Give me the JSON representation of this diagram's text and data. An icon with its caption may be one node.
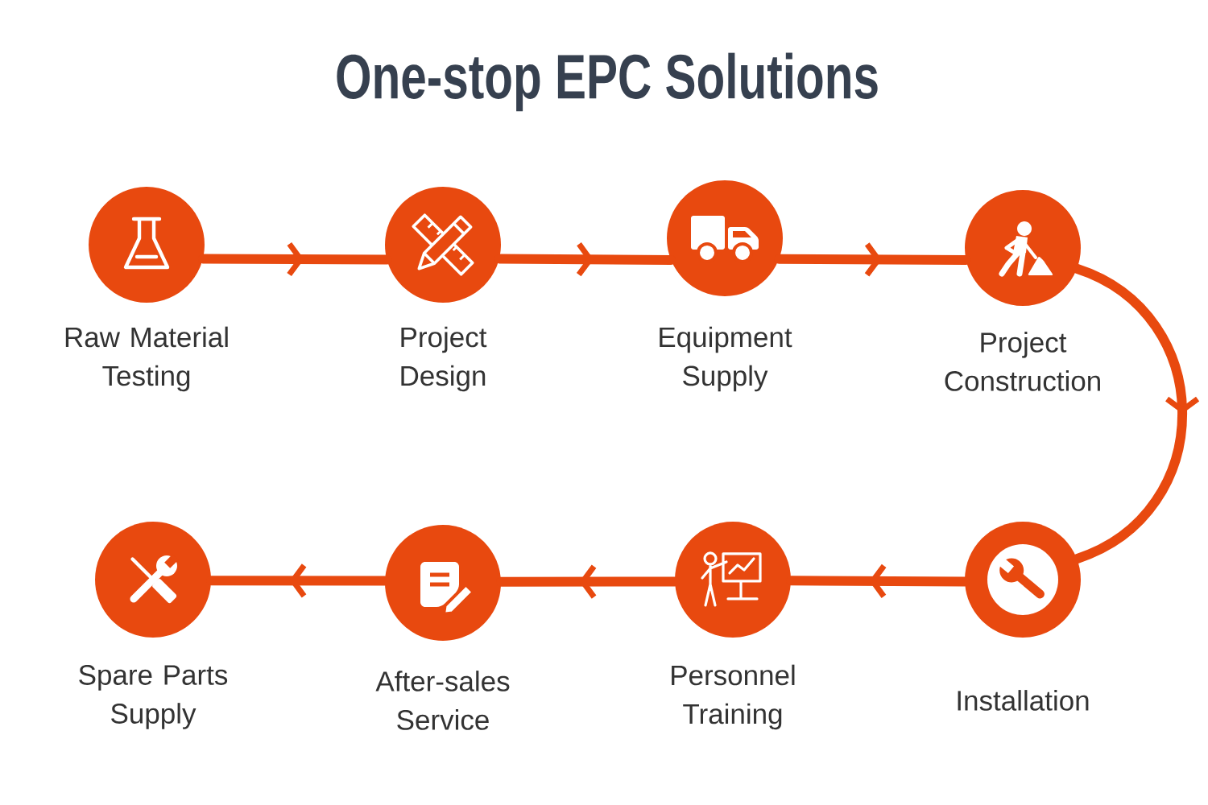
{
  "diagram": {
    "title": "One-stop EPC Solutions",
    "nodes": [
      {
        "text": [
          "Raw Material Testing"
        ]
      },
      {
        "text": [
          "Project Design"
        ]
      },
      {
        "text": [
          "Equipment Supply"
        ]
      },
      {
        "text": [
          "Project Construction"
        ]
      },
      {
        "text": [
          "Installation"
        ]
      },
      {
        "text": [
          "Personnel Training"
        ]
      },
      {
        "text": [
          "After-sales Service"
        ]
      },
      {
        "text": [
          "Spare Parts Supply"
        ]
      }
    ],
    "edges": [
      {
        "from": 0,
        "to": 1,
        "arrow": "to"
      },
      {
        "from": 1,
        "to": 2,
        "arrow": "to"
      },
      {
        "from": 2,
        "to": 3,
        "arrow": "to"
      },
      {
        "from": 3,
        "to": 4,
        "arrow": "to"
      },
      {
        "from": 4,
        "to": 5,
        "arrow": "to"
      },
      {
        "from": 5,
        "to": 6,
        "arrow": "to"
      },
      {
        "from": 6,
        "to": 7,
        "arrow": "to"
      }
    ]
  }
}
